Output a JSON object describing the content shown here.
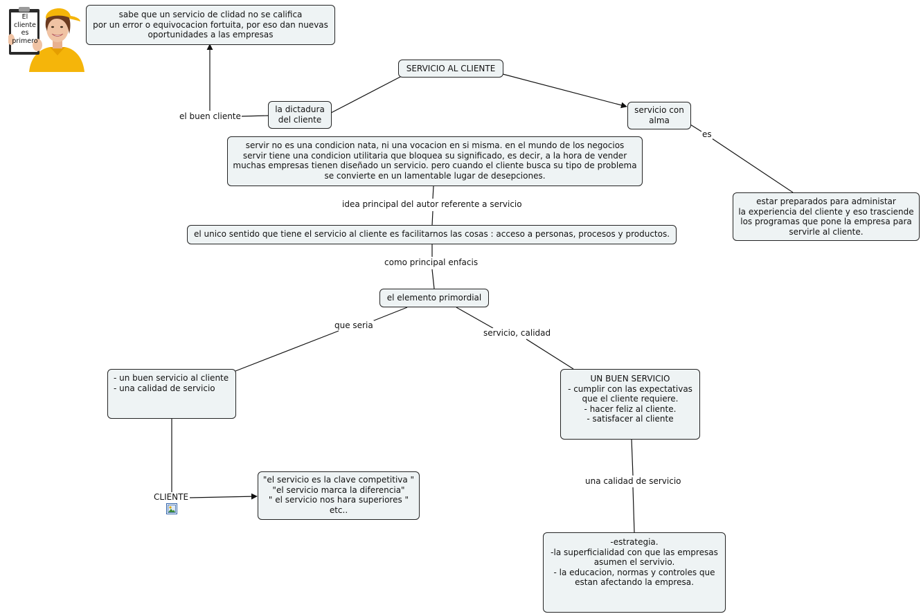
{
  "colors": {
    "node_fill": "#eef3f4",
    "node_border": "#222222",
    "line": "#111111",
    "shirt": "#f5b50a"
  },
  "header_image": {
    "clipboard_text": "El\ncliente\nes\nprimero"
  },
  "nodes": {
    "servicio_al_cliente": "SERVICIO AL CLIENTE",
    "calidad_no_se_califica": "sabe que un servicio de clidad no se califica\npor un error o equivocacion fortuita, por eso dan nuevas\noportunidades a las empresas",
    "dictadura_del_cliente": "la dictadura\ndel cliente",
    "servicio_con_alma": "servicio con\nalma",
    "servir_no_es": "servir no es una condicion nata, ni una vocacion en si misma. en el mundo de los negocios\nservir tiene una condicion utilitaria que bloquea su significado, es decir, a la hora de vender\nmuchas empresas tienen diseñado un servicio. pero cuando el cliente busca su tipo de problema\nse convierte en un lamentable lugar de desepciones.",
    "estar_preparados": "estar preparados para administar\nla experiencia del cliente y eso trasciende\nlos programas que pone la empresa para\nservirle al cliente.",
    "unico_sentido": "el unico sentido que tiene el servicio al cliente es facilitarnos las cosas : acceso a personas, procesos y productos.",
    "elemento_primordial": "el elemento primordial",
    "buen_servicio_calidad": "- un buen servicio al cliente\n- una calidad de servicio",
    "un_buen_servicio": "UN BUEN SERVICIO\n- cumplir con las expectativas\nque el cliente requiere.\n- hacer feliz al cliente.\n- satisfacer al cliente",
    "clave_competitiva": "\"el servicio es la clave competitiva \"\n\"el servicio marca la diferencia\"\n\" el servicio nos hara superiores \"\netc..",
    "estrategia": "-estrategia.\n-la superficialidad con que las empresas\nasumen el servivio.\n- la educacion, normas y controles que\nestan afectando la empresa."
  },
  "link_labels": {
    "el_buen_cliente": "el buen cliente",
    "es": "es",
    "idea_principal": "idea principal del autor referente a servicio",
    "como_principal_enfacis": "como principal enfacis",
    "que_seria": "que seria",
    "servicio_calidad": "servicio, calidad",
    "cliente": "CLIENTE",
    "una_calidad_de_servicio": "una calidad de servicio"
  }
}
